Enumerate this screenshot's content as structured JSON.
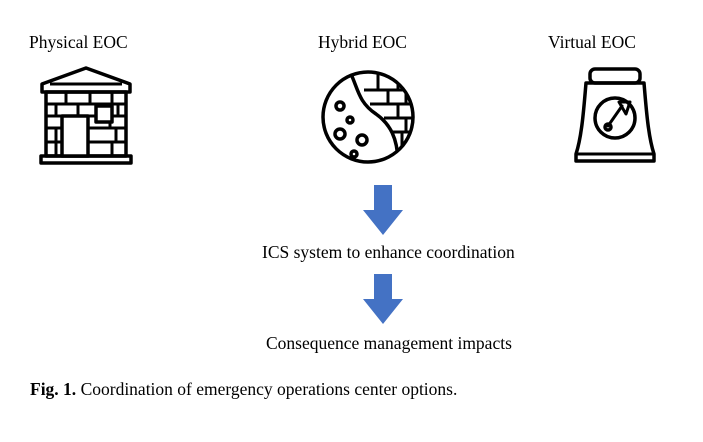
{
  "columns": [
    {
      "label": "Physical EOC",
      "icon": "brick-building-icon"
    },
    {
      "label": "Hybrid EOC",
      "icon": "hybrid-circle-icon"
    },
    {
      "label": "Virtual EOC",
      "icon": "virtual-cloud-icon"
    }
  ],
  "flow": {
    "step1": "ICS system to enhance coordination",
    "step2": "Consequence management impacts",
    "arrow_color": "#4472C4"
  },
  "caption": {
    "label": "Fig. 1.",
    "text": " Coordination of emergency operations center options."
  }
}
